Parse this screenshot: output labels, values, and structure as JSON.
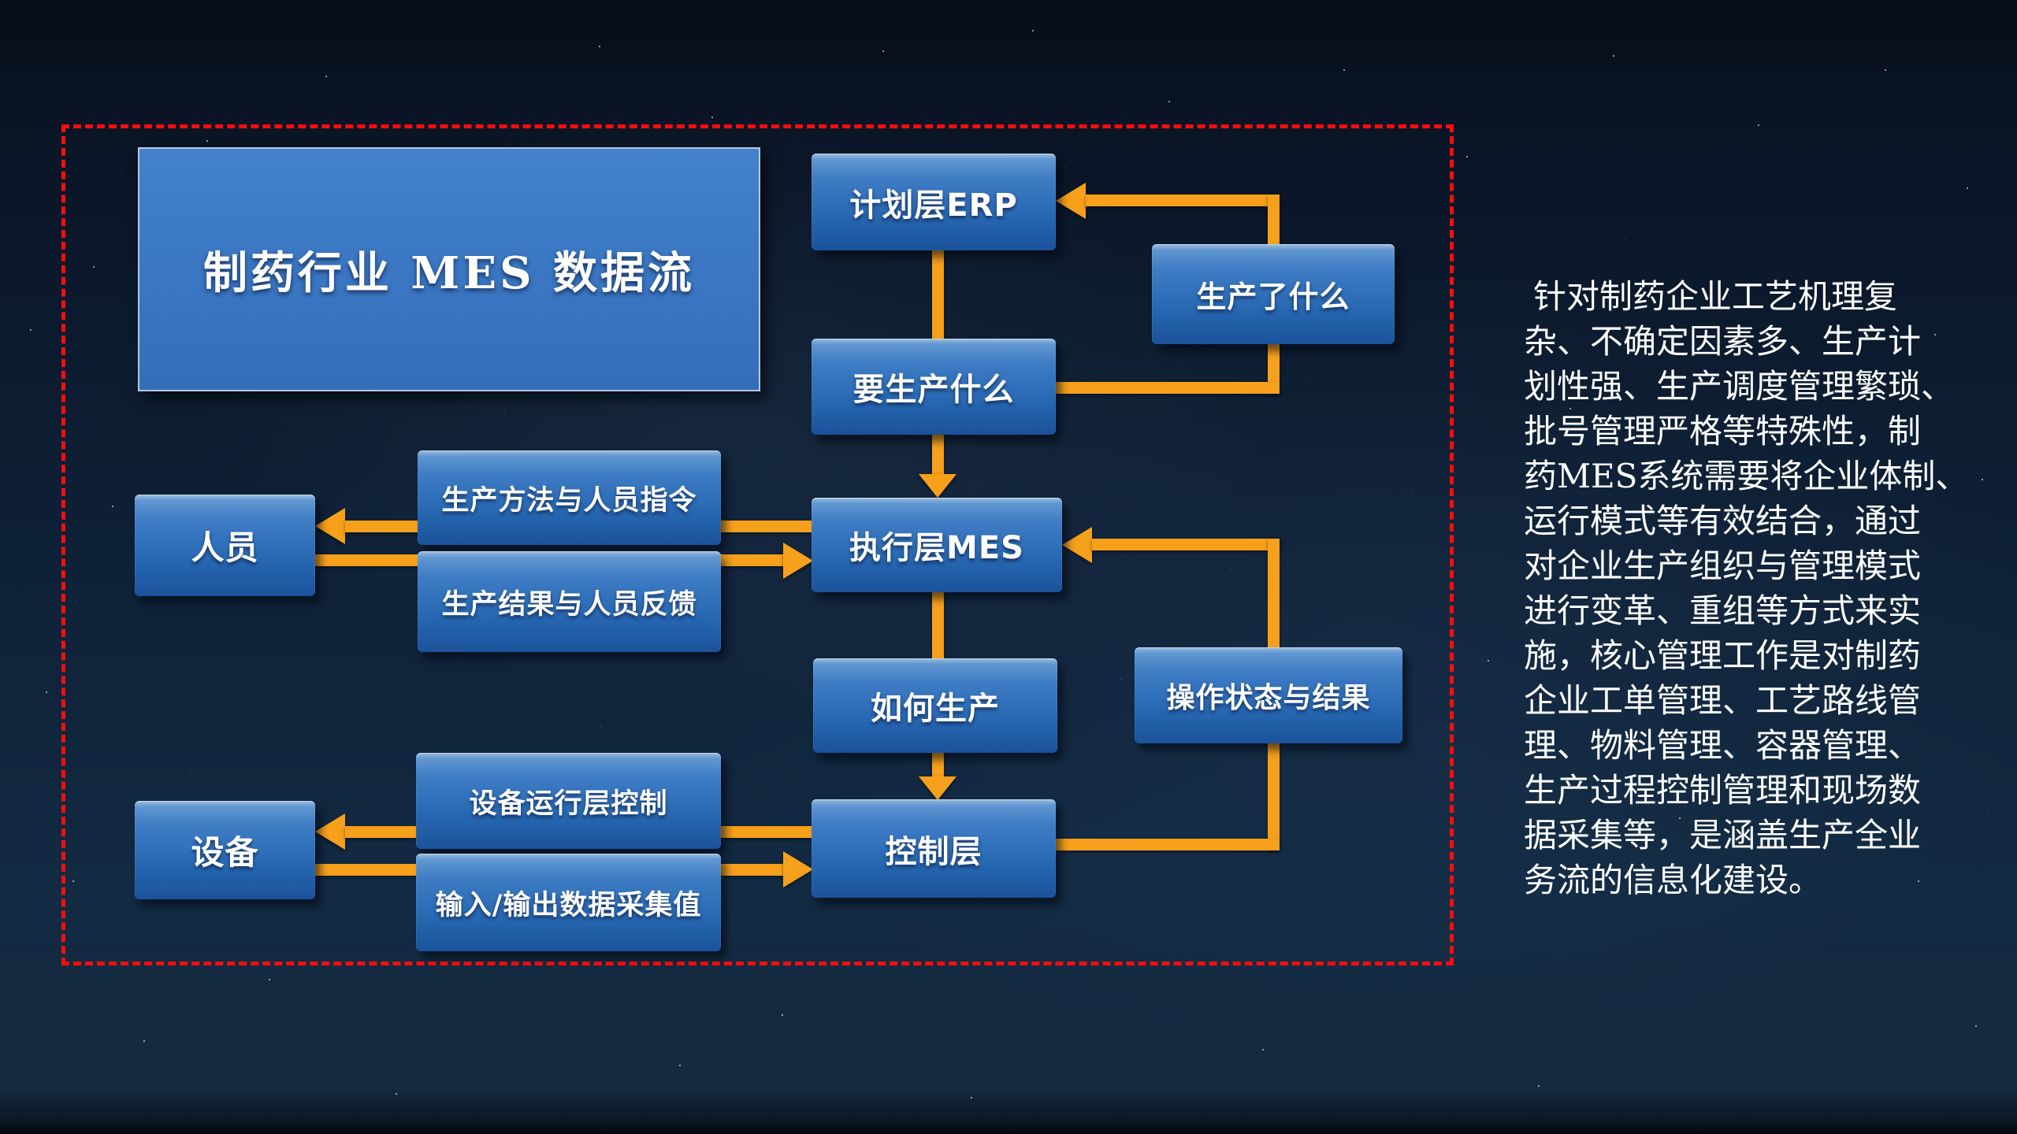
{
  "slide": {
    "title": "制药行业 MES 数据流"
  },
  "nodes": {
    "erp": "计划层ERP",
    "what_to_produce": "要生产什么",
    "mes": "执行层MES",
    "how_to_produce": "如何生产",
    "control_layer": "控制层",
    "produced_what": "生产了什么",
    "operation_status": "操作状态与结果",
    "personnel": "人员",
    "equipment": "设备",
    "method_and_instructions": "生产方法与人员指令",
    "results_and_feedback": "生产结果与人员反馈",
    "equipment_operation_control": "设备运行层控制",
    "io_data_collection": "输入/输出数据采集值"
  },
  "description": {
    "lines": [
      "针对制药企业工艺机理复",
      "杂、不确定因素多、生产计",
      "划性强、生产调度管理繁琐、",
      "批号管理严格等特殊性，制",
      "药MES系统需要将企业体制、",
      "运行模式等有效结合，通过",
      "对企业生产组织与管理模式",
      "进行变革、重组等方式来实",
      "施，核心管理工作是对制药",
      "企业工单管理、工艺路线管",
      "理、物料管理、容器管理、",
      "生产过程控制管理和现场数",
      "据采集等，是涵盖生产全业",
      "务流的信息化建设。"
    ]
  },
  "colors": {
    "arrow": "#f7a01b",
    "frame": "#fb0d0d",
    "node-top": "#9cbede",
    "node-mid": "#3070ba",
    "node-bottom": "#1b529b",
    "text": "#ffffff",
    "background": "#0d1b2e"
  }
}
